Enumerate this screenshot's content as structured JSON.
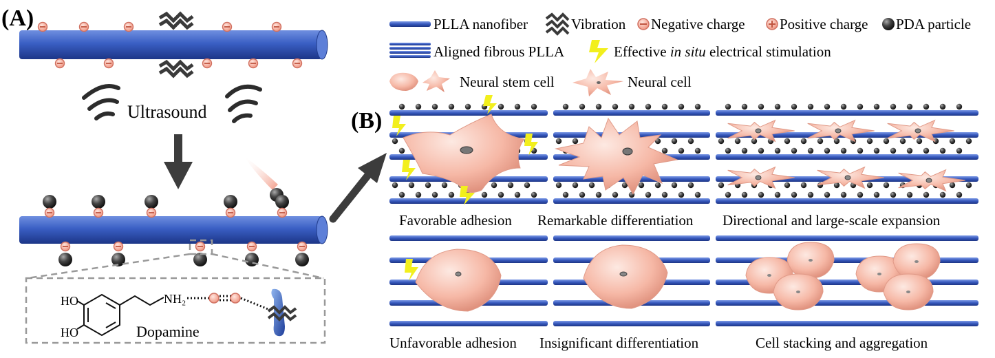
{
  "panels": {
    "a_label": "(A)",
    "b_label": "(B)"
  },
  "panel_a": {
    "ultrasound_label": "Ultrasound",
    "dopamine_label": "Dopamine",
    "chem": {
      "ho_top": "HO",
      "ho_bottom": "HO",
      "amine": "NH₂"
    }
  },
  "legend": {
    "fiber": "PLLA nanofiber",
    "vibration": "Vibration",
    "negative": "Negative charge",
    "positive": "Positive charge",
    "pda": "PDA particle",
    "aligned": "Aligned fibrous PLLA",
    "stim_prefix": "Effective ",
    "stim_italic": "in situ",
    "stim_suffix": " electrical stimulation",
    "nsc": "Neural stem cell",
    "nc": "Neural cell"
  },
  "captions": {
    "top": [
      "Favorable adhesion",
      "Remarkable differentiation",
      "Directional and large-scale expansion"
    ],
    "bottom": [
      "Unfavorable adhesion",
      "Insignificant differentiation",
      "Cell stacking and aggregation"
    ]
  },
  "colors": {
    "fiber": "#3b5fc0",
    "fiber_dark": "#1f3a8a",
    "cell": "#f6b9a8",
    "cell_dark": "#d98b78",
    "charge": "#f19a86",
    "pda": "#333333",
    "bolt": "#f2ef1d",
    "arrow": "#444444"
  }
}
